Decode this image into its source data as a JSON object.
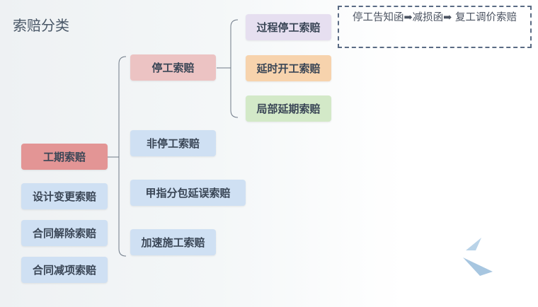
{
  "title": "索赔分类",
  "left_items": [
    "工期索赔",
    "设计变更索赔",
    "合同解除索赔",
    "合同减项索赔"
  ],
  "mid_items": [
    "停工索赔",
    "非停工索赔",
    "甲指分包延误索赔",
    "加速施工索赔"
  ],
  "right_items": [
    "过程停工索赔",
    "延时开工索赔",
    "局部延期索赔"
  ],
  "note_text": "停工告知函➡减损函➡  复工调价索赔",
  "colors": {
    "highlight": "#e39595",
    "blue": "#cfe0f3",
    "lavender": "#e6dff0",
    "peach": "#f7d3ad",
    "green": "#d3e9c8"
  }
}
